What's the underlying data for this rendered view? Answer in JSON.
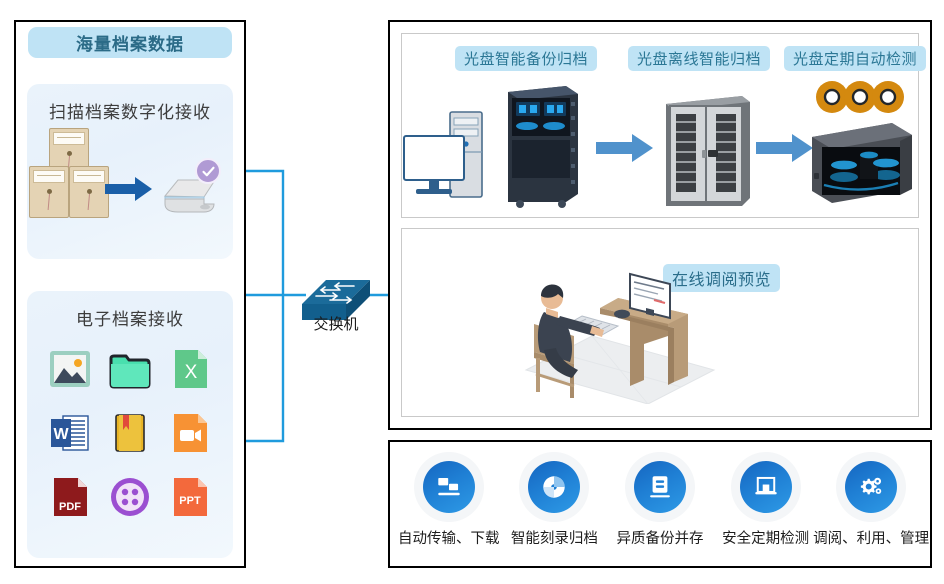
{
  "left": {
    "title": "海量档案数据",
    "sections": [
      {
        "title": "扫描档案数字化接收",
        "icons": [
          "envelope",
          "envelope",
          "envelope",
          "arrow-right",
          "scanner",
          "check-badge"
        ]
      },
      {
        "title": "电子档案接收",
        "files": [
          {
            "name": "image-file-icon",
            "label": ""
          },
          {
            "name": "folder-icon",
            "label": ""
          },
          {
            "name": "excel-file-icon",
            "label": "X"
          },
          {
            "name": "word-file-icon",
            "label": "W"
          },
          {
            "name": "book-icon",
            "label": ""
          },
          {
            "name": "video-file-icon",
            "label": ""
          },
          {
            "name": "pdf-file-icon",
            "label": "PDF"
          },
          {
            "name": "media-disc-icon",
            "label": ""
          },
          {
            "name": "ppt-file-icon",
            "label": "PPT"
          }
        ]
      }
    ]
  },
  "network": {
    "switch_label": "交换机",
    "line_color": "#1f9bdd"
  },
  "right": {
    "archive_flow": {
      "steps": [
        {
          "badge": "光盘智能备份归档",
          "icon": "server-rack-and-pc"
        },
        {
          "badge": "光盘离线智能归档",
          "icon": "storage-cabinet"
        },
        {
          "badge": "光盘定期自动检测",
          "icon": "disc-checker"
        }
      ],
      "arrows": [
        "arrow-right",
        "arrow-right"
      ]
    },
    "online": {
      "badge": "在线调阅预览",
      "illustration": "person-at-desk-with-computer"
    }
  },
  "features": [
    {
      "label": "自动传输、下载",
      "icon": "transfer-download-icon"
    },
    {
      "label": "智能刻录归档",
      "icon": "disc-burn-icon"
    },
    {
      "label": "异质备份并存",
      "icon": "document-backup-icon"
    },
    {
      "label": "安全定期检测",
      "icon": "scan-detect-icon"
    },
    {
      "label": "调阅、利用、管理",
      "icon": "gears-manage-icon"
    }
  ],
  "colors": {
    "badge_bg": "#bfe3f5",
    "badge_text": "#2b7795",
    "arrow_blue": "#4f93ce",
    "line_blue": "#1f9bdd",
    "panel_border": "#000000",
    "feature_circle": "#1f7fd4"
  }
}
